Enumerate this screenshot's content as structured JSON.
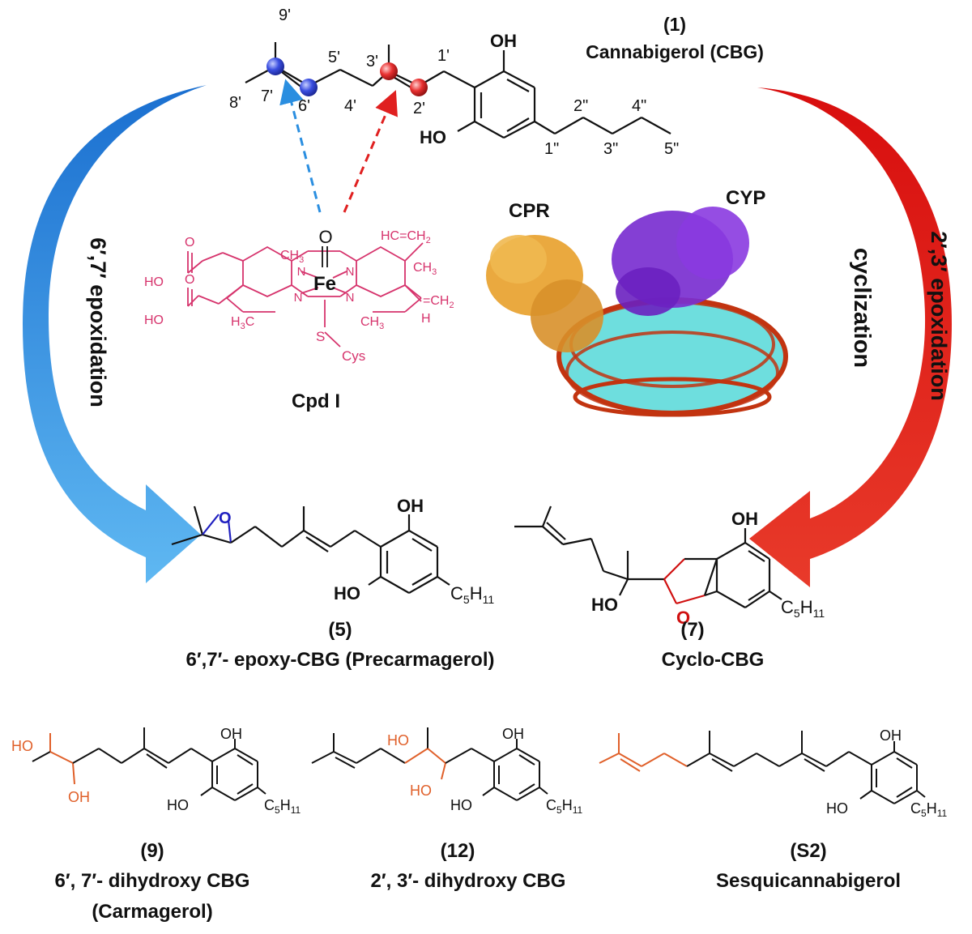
{
  "colors": {
    "blue_arrow": "#1f78d1",
    "blue_arrow_light": "#58b4f0",
    "red_arrow": "#e01010",
    "heme": "#d6336c",
    "red_atom": "#e03030",
    "blue_atom": "#2a3fd8",
    "orange_bond": "#e0602a"
  },
  "cbg": {
    "number": "(1)",
    "name": "Cannabigerol (CBG)",
    "oh_top": "OH",
    "ho_bottom": "HO",
    "atoms": [
      "9'",
      "8'",
      "7'",
      "6'",
      "5'",
      "4'",
      "3'",
      "2'",
      "1'",
      "1\"",
      "2\"",
      "3\"",
      "4\"",
      "5\""
    ]
  },
  "left_arrow": {
    "label": "6′,7′ epoxidation"
  },
  "right_arrow": {
    "label_line1": "2′,3′ epoxidation",
    "label_line2": "cyclization"
  },
  "cpd": {
    "name": "Cpd I",
    "fe": "Fe",
    "o": "O",
    "n": "N",
    "s_cys": "S",
    "cys": "Cys",
    "ch3": "CH",
    "ch3_sub": "3",
    "h3c": "H",
    "h3c_sub": "3",
    "h3c_c": "C",
    "hc_ch2": "HC",
    "ch2": "CH",
    "ch2_sub": "2",
    "h": "H",
    "ho": "HO",
    "o_eq": "O"
  },
  "protein": {
    "cpr": "CPR",
    "cyp": "CYP"
  },
  "compounds": {
    "c5": {
      "number": "(5)",
      "name": "6′,7′- epoxy-CBG (Precarmagerol)",
      "oh": "OH",
      "ho": "HO",
      "o": "O",
      "c5": "C",
      "c5_sub1": "5",
      "h": "H",
      "h_sub": "11"
    },
    "c7": {
      "number": "(7)",
      "name": "Cyclo-CBG",
      "oh": "OH",
      "ho": "HO",
      "o": "O",
      "c5": "C",
      "c5_sub1": "5",
      "h": "H",
      "h_sub": "11"
    },
    "c9": {
      "number": "(9)",
      "name_line1": "6′, 7′- dihydroxy CBG",
      "name_line2": "(Carmagerol)",
      "oh": "OH",
      "ho": "HO",
      "ho_top": "HO",
      "oh_side": "OH",
      "c5": "C",
      "c5_sub1": "5",
      "h": "H",
      "h_sub": "11"
    },
    "c12": {
      "number": "(12)",
      "name": "2′, 3′- dihydroxy CBG",
      "oh": "OH",
      "ho": "HO",
      "ho_top": "HO",
      "ho_side": "HO",
      "c5": "C",
      "c5_sub1": "5",
      "h": "H",
      "h_sub": "11"
    },
    "s2": {
      "number": "(S2)",
      "name": "Sesquicannabigerol",
      "oh": "OH",
      "ho": "HO",
      "c5": "C",
      "c5_sub1": "5",
      "h": "H",
      "h_sub": "11"
    }
  }
}
